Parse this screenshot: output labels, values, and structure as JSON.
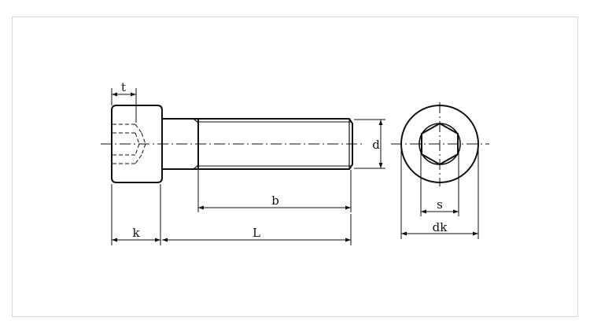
{
  "colors": {
    "line": "#111111",
    "frame": "#d6d6d6",
    "background": "#ffffff"
  },
  "labels": {
    "t": "t",
    "d": "d",
    "b": "b",
    "k": "k",
    "L": "L",
    "s": "s",
    "dk": "dk"
  }
}
